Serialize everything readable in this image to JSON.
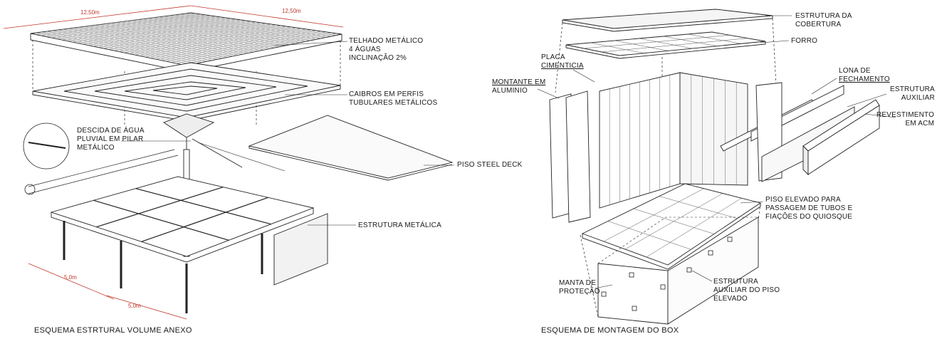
{
  "left_diagram": {
    "caption": "ESQUEMA ESTRTURAL VOLUME ANEXO",
    "dims": {
      "top_left": "12,50m",
      "top_right": "12,50m",
      "bottom_left": "5,0m",
      "bottom_right": "5,0m"
    },
    "labels": {
      "telhado": [
        "TELHADO METÁLICO",
        "4 ÁGUAS",
        "INCLINAÇÃO 2%"
      ],
      "caibros": [
        "CAIBROS EM PERFIS",
        "TUBULARES METÁLICOS"
      ],
      "descida": [
        "DESCIDA DE ÁGUA",
        "PLUVIAL EM PILAR",
        "METÁLICO"
      ],
      "piso_steel": "PISO STEEL DECK",
      "estrutura": "ESTRUTURA METÁLICA"
    }
  },
  "right_diagram": {
    "caption": "ESQUEMA DE MONTAGEM DO BOX",
    "labels": {
      "cobertura": [
        "ESTRUTURA DA",
        "COBERTURA"
      ],
      "forro": "FORRO",
      "placa": [
        "PLACA",
        "CIMENTICIA"
      ],
      "montante": [
        "MONTANTE EM",
        "ALUMINIO"
      ],
      "lona": [
        "LONA DE",
        "FECHAMENTO"
      ],
      "estrutura_aux": [
        "ESTRUTURA",
        "AUXILIAR"
      ],
      "revestimento": [
        "REVESTIMENTO",
        "EM ACM"
      ],
      "piso_elevado": [
        "PISO ELEVADO PARA",
        "PASSAGEM DE TUBOS E",
        "FIAÇÕES DO QUIOSQUE"
      ],
      "manta": [
        "MANTA DE",
        "PROTEÇÃO"
      ],
      "estrutura_piso": [
        "ESTRUTURA",
        "AUXILIAR DO PISO",
        "ELEVADO"
      ]
    }
  }
}
